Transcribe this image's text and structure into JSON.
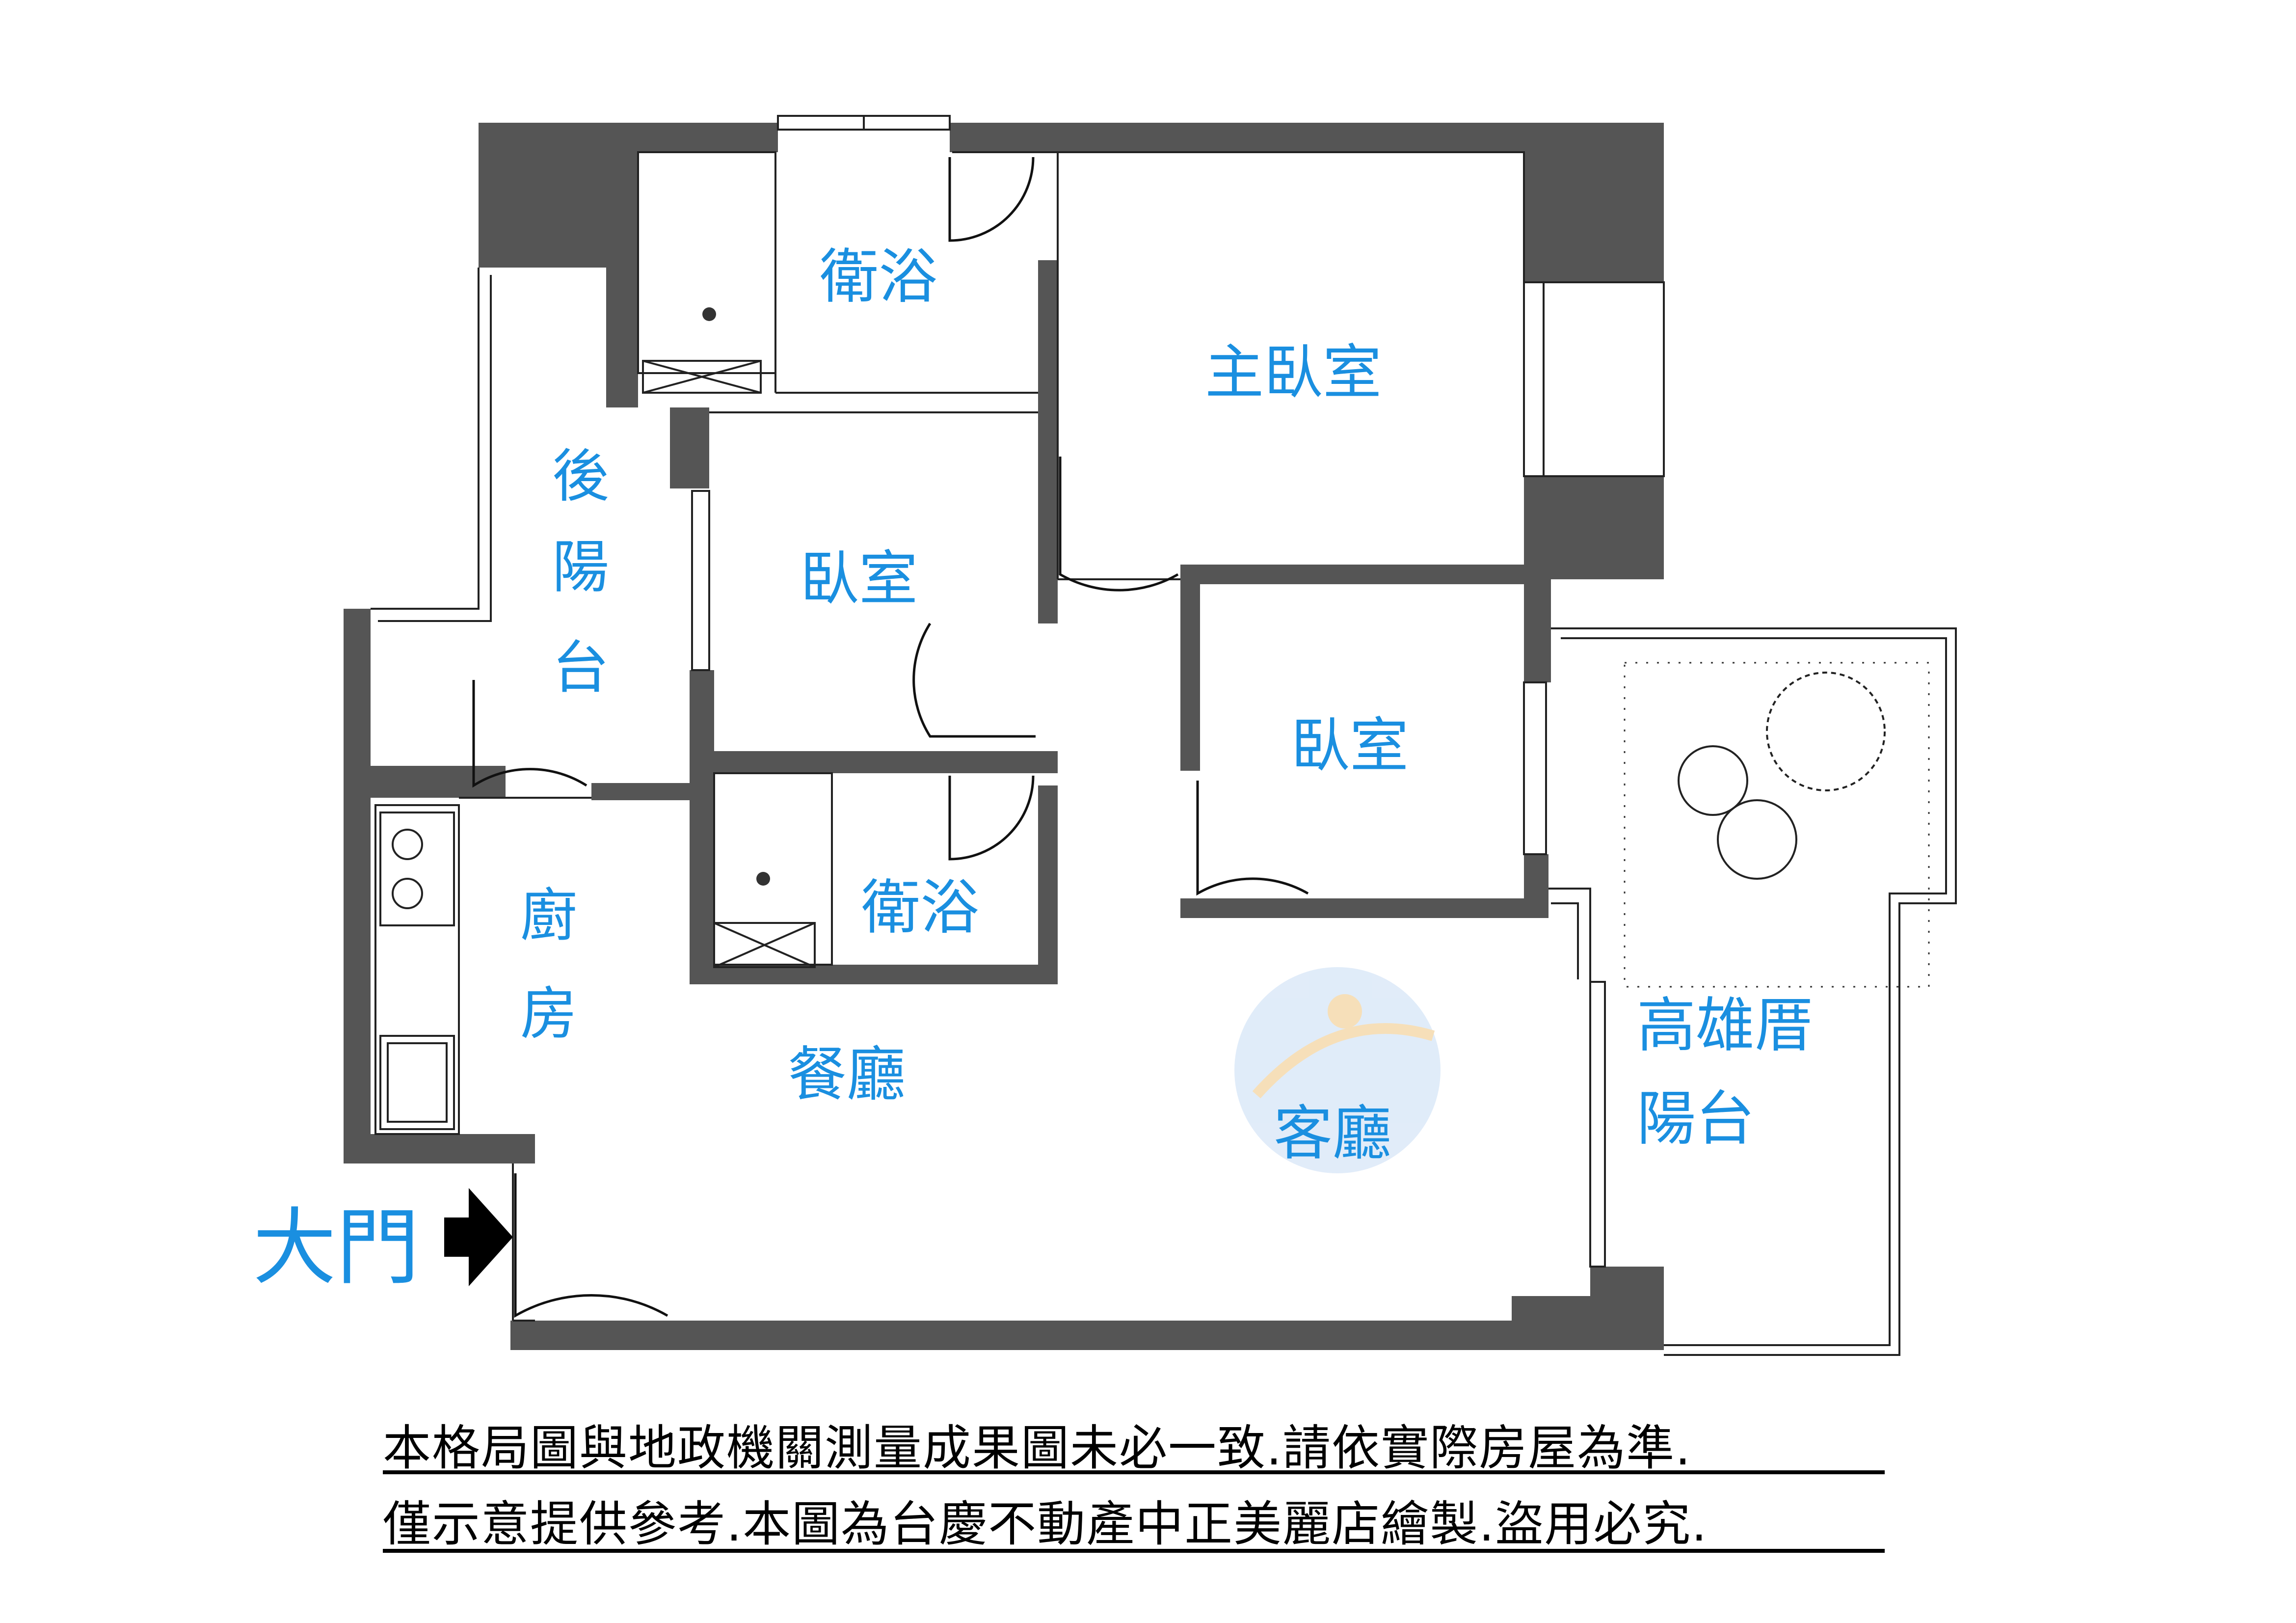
{
  "rooms": {
    "bath_top": "衛浴",
    "master_bedroom": "主臥室",
    "back_balcony": [
      "後",
      "陽",
      "台"
    ],
    "bedroom_middle": "臥室",
    "bedroom_right": "臥室",
    "kitchen": [
      "廚",
      "房"
    ],
    "bath_bottom": "衛浴",
    "dining": "餐廳",
    "living": "客廳",
    "kaohsiung_balcony_line1": "高雄厝",
    "kaohsiung_balcony_line2": "陽台"
  },
  "entrance": {
    "label": "大門",
    "arrow_icon": "arrow-right-icon"
  },
  "disclaimer": {
    "line1": "本格局圖與地政機關測量成果圖未必一致.請依實際房屋為準.",
    "line2": "僅示意提供參考.本圖為台慶不動產中正美麗店繪製.盜用必究."
  },
  "colors": {
    "label": "#1a8fe0",
    "wall": "#555555",
    "outline": "#111111"
  }
}
